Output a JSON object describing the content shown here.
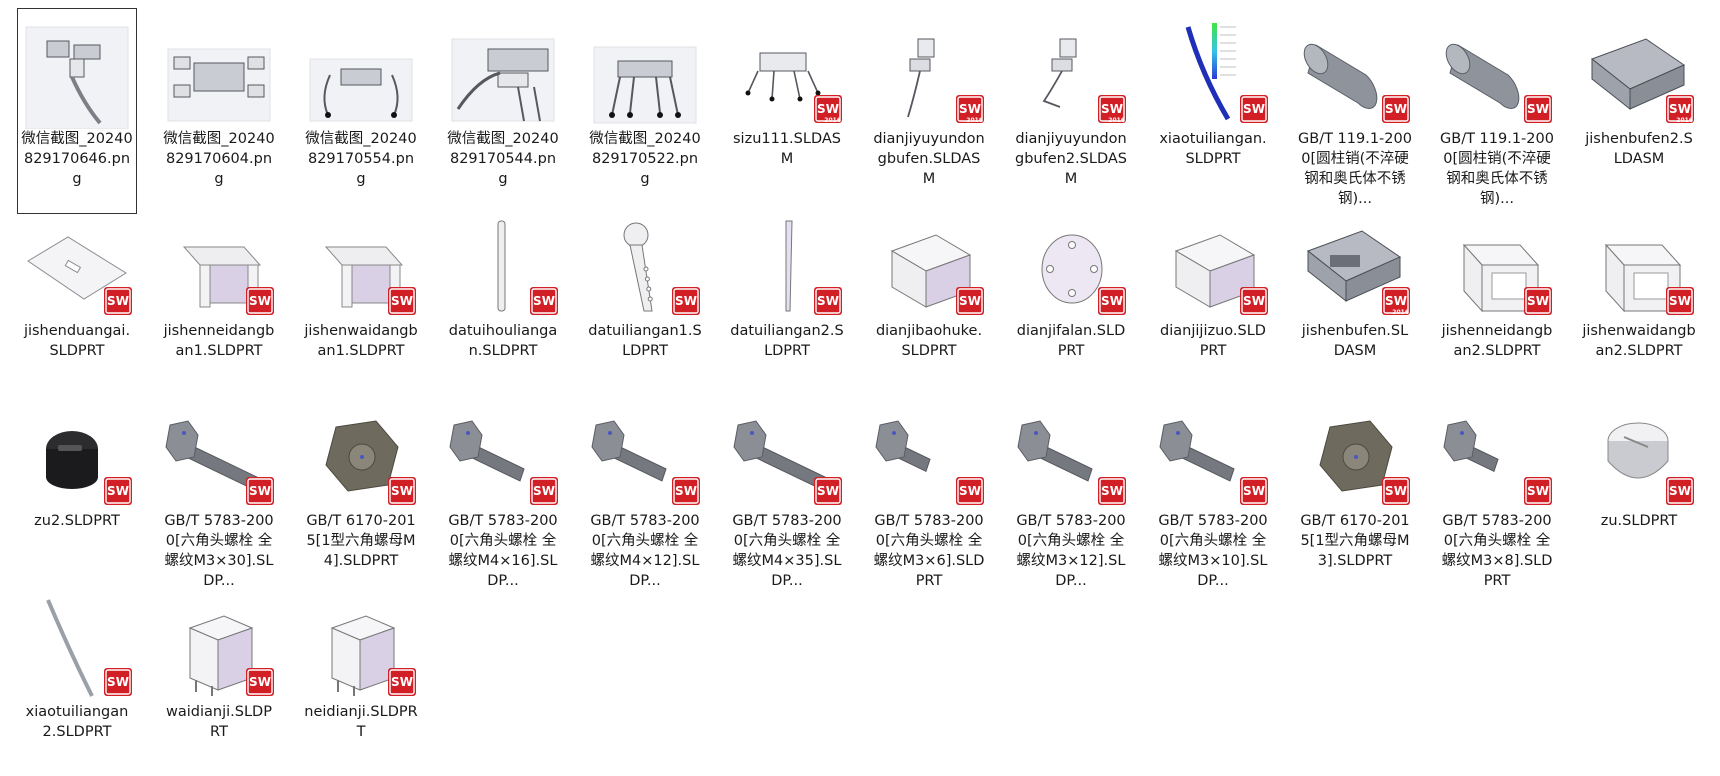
{
  "rows": [
    [
      {
        "label": "微信截图_20240829170646.png",
        "type": "png",
        "thumb": "photo-linkage",
        "selected": true
      },
      {
        "label": "微信截图_20240829170604.png",
        "type": "png",
        "thumb": "photo-topview"
      },
      {
        "label": "微信截图_20240829170554.png",
        "type": "png",
        "thumb": "photo-front"
      },
      {
        "label": "微信截图_20240829170544.png",
        "type": "png",
        "thumb": "photo-closeup"
      },
      {
        "label": "微信截图_20240829170522.png",
        "type": "png",
        "thumb": "photo-robot"
      },
      {
        "label": "sizu111.SLDASM",
        "type": "sw2016",
        "thumb": "robot"
      },
      {
        "label": "dianjiyuyundongbufen.SLDASM",
        "type": "sw2016",
        "thumb": "leg"
      },
      {
        "label": "dianjiyuyundongbufen2.SLDASM",
        "type": "sw2016",
        "thumb": "leg2"
      },
      {
        "label": "xiaotuiliangan.SLDPRT",
        "type": "sw",
        "thumb": "fea"
      },
      {
        "label": "GB/T 119.1-2000[圆柱销(不淬硬钢和奥氏体不锈钢)...",
        "type": "sw",
        "thumb": "cylinder"
      },
      {
        "label": "GB/T 119.1-2000[圆柱销(不淬硬钢和奥氏体不锈钢)...",
        "type": "sw",
        "thumb": "cylinder"
      },
      {
        "label": "jishenbufen2.SLDASM",
        "type": "sw2016",
        "thumb": "frame"
      }
    ],
    [
      {
        "label": "jishenduangai.SLDPRT",
        "type": "sw",
        "thumb": "plate"
      },
      {
        "label": "jishenneidangban1.SLDPRT",
        "type": "sw",
        "thumb": "bracket"
      },
      {
        "label": "jishenwaidangban1.SLDPRT",
        "type": "sw",
        "thumb": "bracket"
      },
      {
        "label": "datuihouliangan.SLDPRT",
        "type": "sw",
        "thumb": "rod"
      },
      {
        "label": "datuiliangan1.SLDPRT",
        "type": "sw",
        "thumb": "arm"
      },
      {
        "label": "datuiliangan2.SLDPRT",
        "type": "sw",
        "thumb": "rod2"
      },
      {
        "label": "dianjibaohuke.SLDPRT",
        "type": "sw",
        "thumb": "box"
      },
      {
        "label": "dianjifalan.SLDPRT",
        "type": "sw",
        "thumb": "flange"
      },
      {
        "label": "dianjijizuo.SLDPRT",
        "type": "sw",
        "thumb": "box2"
      },
      {
        "label": "jishenbufen.SLDASM",
        "type": "sw2016",
        "thumb": "frame2"
      },
      {
        "label": "jishenneidangban2.SLDPRT",
        "type": "sw",
        "thumb": "panel"
      },
      {
        "label": "jishenwaidangban2.SLDPRT",
        "type": "sw",
        "thumb": "panel"
      }
    ],
    [
      {
        "label": "zu2.SLDPRT",
        "type": "sw",
        "thumb": "cap"
      },
      {
        "label": "GB/T 5783-2000[六角头螺栓 全螺纹M3×30].SLDP...",
        "type": "sw",
        "thumb": "bolt-long"
      },
      {
        "label": "GB/T 6170-2015[1型六角螺母M4].SLDPRT",
        "type": "sw",
        "thumb": "nut"
      },
      {
        "label": "GB/T 5783-2000[六角头螺栓 全螺纹M4×16].SLDP...",
        "type": "sw",
        "thumb": "bolt"
      },
      {
        "label": "GB/T 5783-2000[六角头螺栓 全螺纹M4×12].SLDP...",
        "type": "sw",
        "thumb": "bolt"
      },
      {
        "label": "GB/T 5783-2000[六角头螺栓 全螺纹M4×35].SLDP...",
        "type": "sw",
        "thumb": "bolt-long"
      },
      {
        "label": "GB/T 5783-2000[六角头螺栓 全螺纹M3×6].SLDPRT",
        "type": "sw",
        "thumb": "bolt-short"
      },
      {
        "label": "GB/T 5783-2000[六角头螺栓 全螺纹M3×12].SLDP...",
        "type": "sw",
        "thumb": "bolt"
      },
      {
        "label": "GB/T 5783-2000[六角头螺栓 全螺纹M3×10].SLDP...",
        "type": "sw",
        "thumb": "bolt"
      },
      {
        "label": "GB/T 6170-2015[1型六角螺母M3].SLDPRT",
        "type": "sw",
        "thumb": "nut"
      },
      {
        "label": "GB/T 5783-2000[六角头螺栓 全螺纹M3×8].SLDPRT",
        "type": "sw",
        "thumb": "bolt-short"
      },
      {
        "label": "zu.SLDPRT",
        "type": "sw",
        "thumb": "dome"
      }
    ],
    [
      {
        "label": "xiaotuiliangan2.SLDPRT",
        "type": "sw",
        "thumb": "curve"
      },
      {
        "label": "waidianji.SLDPRT",
        "type": "sw",
        "thumb": "motor"
      },
      {
        "label": "neidianji.SLDPRT",
        "type": "sw",
        "thumb": "motor"
      }
    ]
  ],
  "badge": {
    "text": "SW",
    "year": "2016",
    "color": "#d21f26"
  }
}
